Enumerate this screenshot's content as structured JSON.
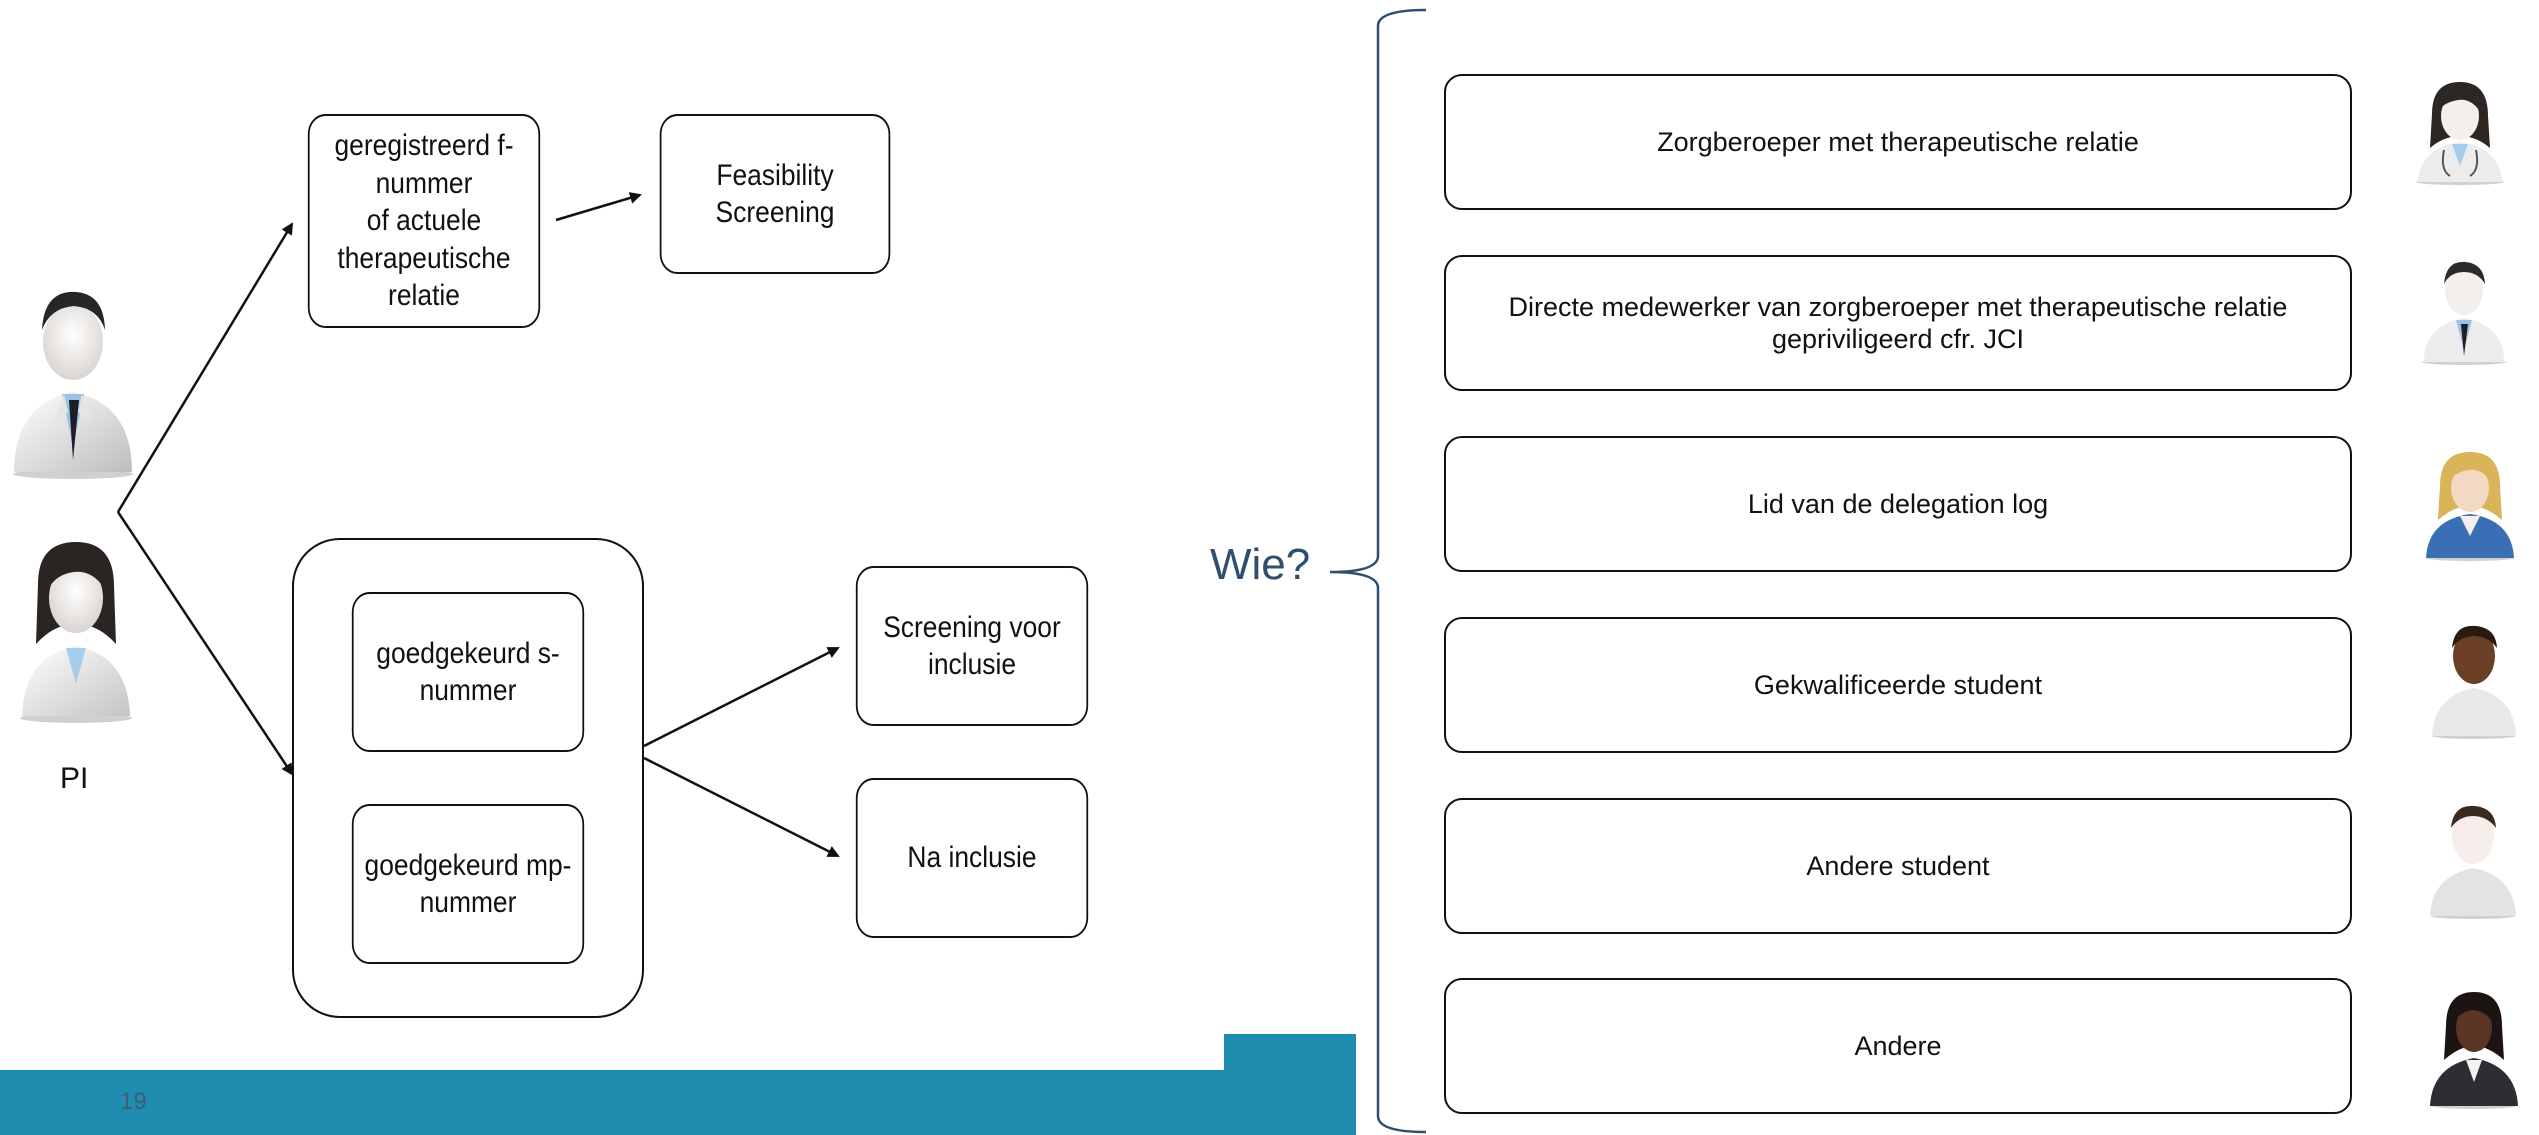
{
  "left_diagram": {
    "actor_label": "PI",
    "top_branch": {
      "registration_box": "geregistreerd f-nummer of actuele therapeutische relatie",
      "registration_lines": [
        "geregistreerd f-",
        "nummer",
        "of actuele",
        "therapeutische relatie"
      ],
      "result_lines": [
        "Feasibility",
        "Screening"
      ]
    },
    "bottom_branch": {
      "approved_s_lines": [
        "goedgekeurd s-",
        "nummer"
      ],
      "approved_mp_lines": [
        "goedgekeurd mp-",
        "nummer"
      ],
      "screening_lines": [
        "Screening voor",
        "inclusie"
      ],
      "after_inclusion": "Na inclusie"
    }
  },
  "right_panel": {
    "question": "Wie?",
    "roles": [
      {
        "label": "Zorgberoeper met therapeutische relatie",
        "avatar": "female-doctor-icon"
      },
      {
        "label_line1": "Directe medewerker van zorgberoeper met therapeutische relatie",
        "label_line2": "gepriviligeerd cfr. JCI",
        "avatar": "male-doctor-icon"
      },
      {
        "label": "Lid van de delegation log",
        "avatar": "blonde-woman-icon"
      },
      {
        "label": "Gekwalificeerde student",
        "avatar": "student-dark-icon"
      },
      {
        "label": "Andere student",
        "avatar": "student-light-icon"
      },
      {
        "label": "Andere",
        "avatar": "businesswoman-icon"
      }
    ]
  },
  "footer": {
    "page_number": "19",
    "accent_color": "#1f8db0"
  },
  "colors": {
    "brace": "#2e4f6e",
    "lines": "#111111"
  }
}
